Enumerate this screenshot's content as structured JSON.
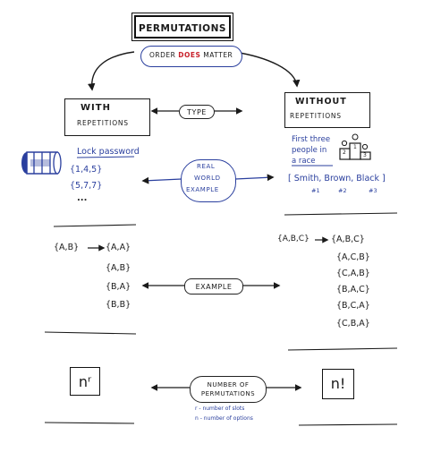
{
  "title": "PERMUTATIONS",
  "subtitle": {
    "pre": "ORDER",
    "highlight": "DOES",
    "post": "MATTER"
  },
  "left": {
    "header_1": "WITH",
    "header_2": "REPETITIONS",
    "example_label": "Lock password",
    "example_lines": [
      "{1,4,5}",
      "{5,7,7}",
      "..."
    ],
    "input_set": "{A,B}",
    "results": [
      "{A,A}",
      "{A,B}",
      "{B,A}",
      "{B,B}"
    ],
    "formula": "nʳ"
  },
  "right": {
    "header_1": "WITHOUT",
    "header_2": "REPETITIONS",
    "example_label_1": "First three",
    "example_label_2": "people in",
    "example_label_3": "a race",
    "podium_numbers": [
      "2",
      "1",
      "3"
    ],
    "example_set": "[ Smith, Brown, Black ]",
    "example_ranks": [
      "#1",
      "#2",
      "#3"
    ],
    "input_set": "{A,B,C}",
    "results": [
      "{A,B,C}",
      "{A,C,B}",
      "{C,A,B}",
      "{B,A,C}",
      "{B,C,A}",
      "{C,B,A}"
    ],
    "formula": "n!"
  },
  "middle": {
    "type_tag": "TYPE",
    "real_world_1": "REAL",
    "real_world_2": "WORLD",
    "real_world_3": "EXAMPLE",
    "example_tag": "EXAMPLE",
    "count_tag_1": "NUMBER OF",
    "count_tag_2": "PERMUTATIONS",
    "legend_r": "r - number of slots",
    "legend_n": "n - number of options"
  },
  "colors": {
    "ink": "#1a1a1a",
    "blue": "#2a3f9e",
    "red": "#c8202a"
  },
  "icons": [
    "lock-icon",
    "podium-icon"
  ]
}
